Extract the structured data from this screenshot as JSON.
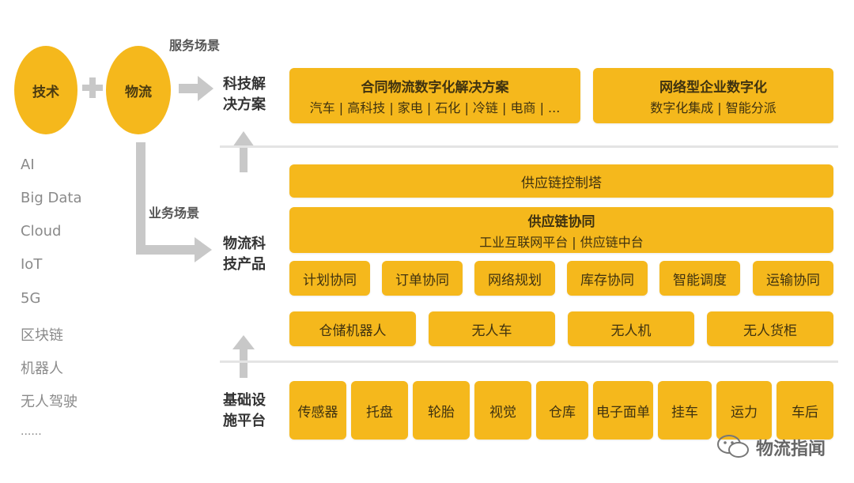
{
  "left": {
    "circle_tech": "技术",
    "circle_logistics": "物流",
    "service_scene": "服务场景",
    "business_scene": "业务场景",
    "tech_list": [
      "AI",
      "Big Data",
      "Cloud",
      "IoT",
      "5G",
      "区块链",
      "机器人",
      "无人驾驶",
      "......"
    ]
  },
  "layers": {
    "solutions": {
      "title": "科技解决方案",
      "contract": {
        "title": "合同物流数字化解决方案",
        "items": "汽车 | 高科技 | 家电 | 石化 | 冷链 | 电商 | ..."
      },
      "network": {
        "title": "网络型企业数字化",
        "items": "数字化集成 | 智能分派"
      }
    },
    "products": {
      "title": "物流科技产品",
      "control_tower": "供应链控制塔",
      "collab": {
        "title": "供应链协同",
        "items": "工业互联网平台 | 供应链中台"
      },
      "row1": [
        "计划协同",
        "订单协同",
        "网络规划",
        "库存协同",
        "智能调度",
        "运输协同"
      ],
      "row2": [
        "仓储机器人",
        "无人车",
        "无人机",
        "无人货柜"
      ]
    },
    "infra": {
      "title": "基础设施平台",
      "items": [
        "传感器",
        "托盘",
        "轮胎",
        "视觉",
        "仓库",
        "电子面单",
        "挂车",
        "运力",
        "车后"
      ]
    }
  },
  "watermark": "物流指闻",
  "colors": {
    "accent": "#f5b81c",
    "arrow": "#c8c8c8"
  }
}
